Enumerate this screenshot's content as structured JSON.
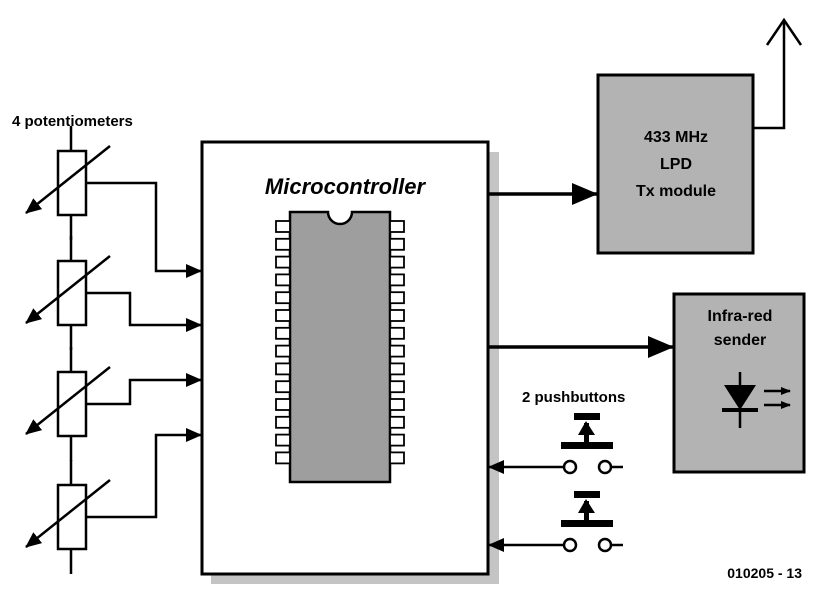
{
  "labels": {
    "potentiometers": "4 potentiometers",
    "microcontroller": "Microcontroller",
    "tx_line1": "433 MHz",
    "tx_line2": "LPD",
    "tx_line3": "Tx module",
    "ir_line1": "Infra-red",
    "ir_line2": "sender",
    "pushbuttons": "2 pushbuttons",
    "figure_id": "010205 - 13"
  },
  "colors": {
    "module_fill": "#b3b3b3",
    "chip_fill": "#9e9e9e",
    "shadow": "#c4c4c4",
    "line": "#000000",
    "background": "#ffffff"
  },
  "icons": {
    "potentiometer": "variable-resistor-icon",
    "chip": "dip-ic-icon",
    "antenna": "antenna-icon",
    "ir_led": "led-icon",
    "pushbutton": "pushbutton-icon"
  }
}
